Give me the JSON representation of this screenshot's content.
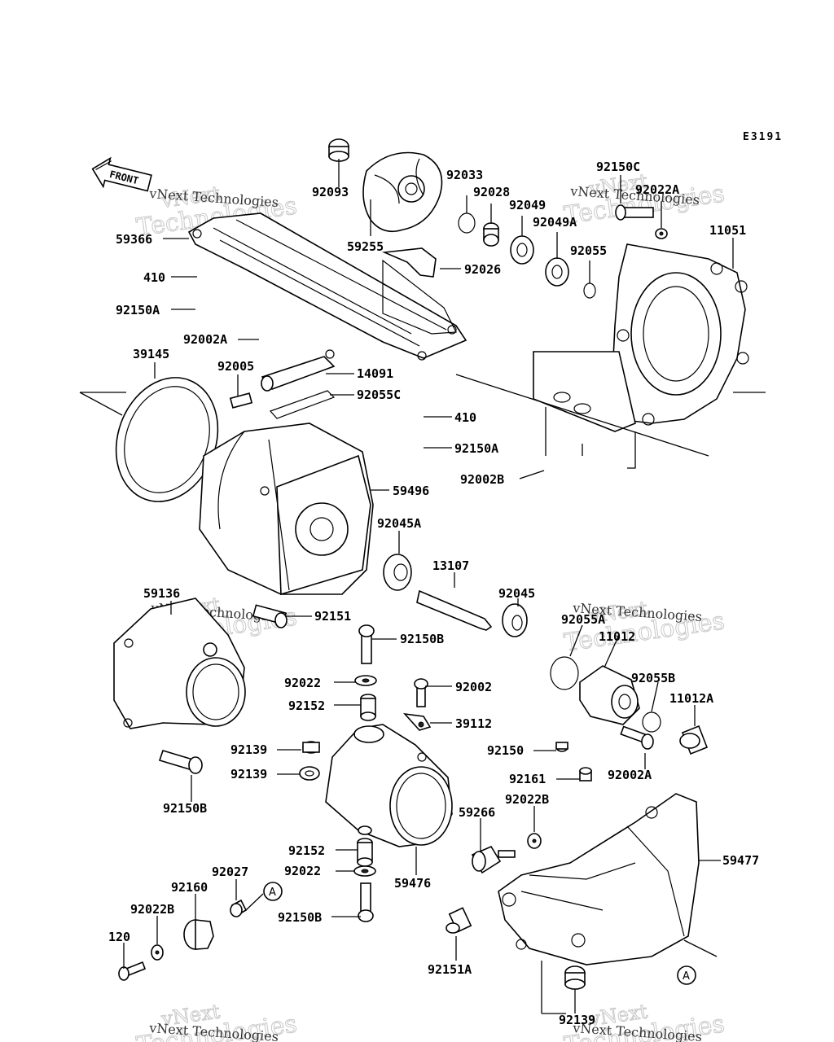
{
  "diagram_code": "E3191",
  "front_label": "FRONT",
  "watermark": {
    "line1": "vNext",
    "line2": "Technologies",
    "small": "vNext Technologies"
  },
  "callout_a": "A",
  "labels": {
    "p59366": "59366",
    "p410a": "410",
    "p92150A_1": "92150A",
    "p92093": "92093",
    "p59255": "59255",
    "p92033": "92033",
    "p92028": "92028",
    "p92049": "92049",
    "p92049A": "92049A",
    "p92026": "92026",
    "p92055": "92055",
    "p92150C": "92150C",
    "p92022A_1": "92022A",
    "p11051": "11051",
    "p92002A_1": "92002A",
    "p39145": "39145",
    "p92005": "92005",
    "p14091": "14091",
    "p92055C": "92055C",
    "p410b": "410",
    "p92150A_2": "92150A",
    "p92002B": "92002B",
    "p59496": "59496",
    "p92045A": "92045A",
    "p59136": "59136",
    "p13107": "13107",
    "p92045": "92045",
    "p92151": "92151",
    "p92055A": "92055A",
    "p11012": "11012",
    "p92150B_1": "92150B",
    "p92022_1": "92022",
    "p92002": "92002",
    "p92152_1": "92152",
    "p39112": "39112",
    "p92055B": "92055B",
    "p11012A": "11012A",
    "p92139_1": "92139",
    "p92150": "92150",
    "p92002A_2": "92002A",
    "p92139_2": "92139",
    "p92161": "92161",
    "p92150B_2": "92150B",
    "p92022B_1": "92022B",
    "p59266": "59266",
    "p92152_2": "92152",
    "p59477": "59477",
    "p92022_2": "92022",
    "p59476": "59476",
    "p92027": "92027",
    "p92160": "92160",
    "p92150B_3": "92150B",
    "p92022B_2": "92022B",
    "p120": "120",
    "p92151A": "92151A",
    "p92139_3": "92139"
  }
}
